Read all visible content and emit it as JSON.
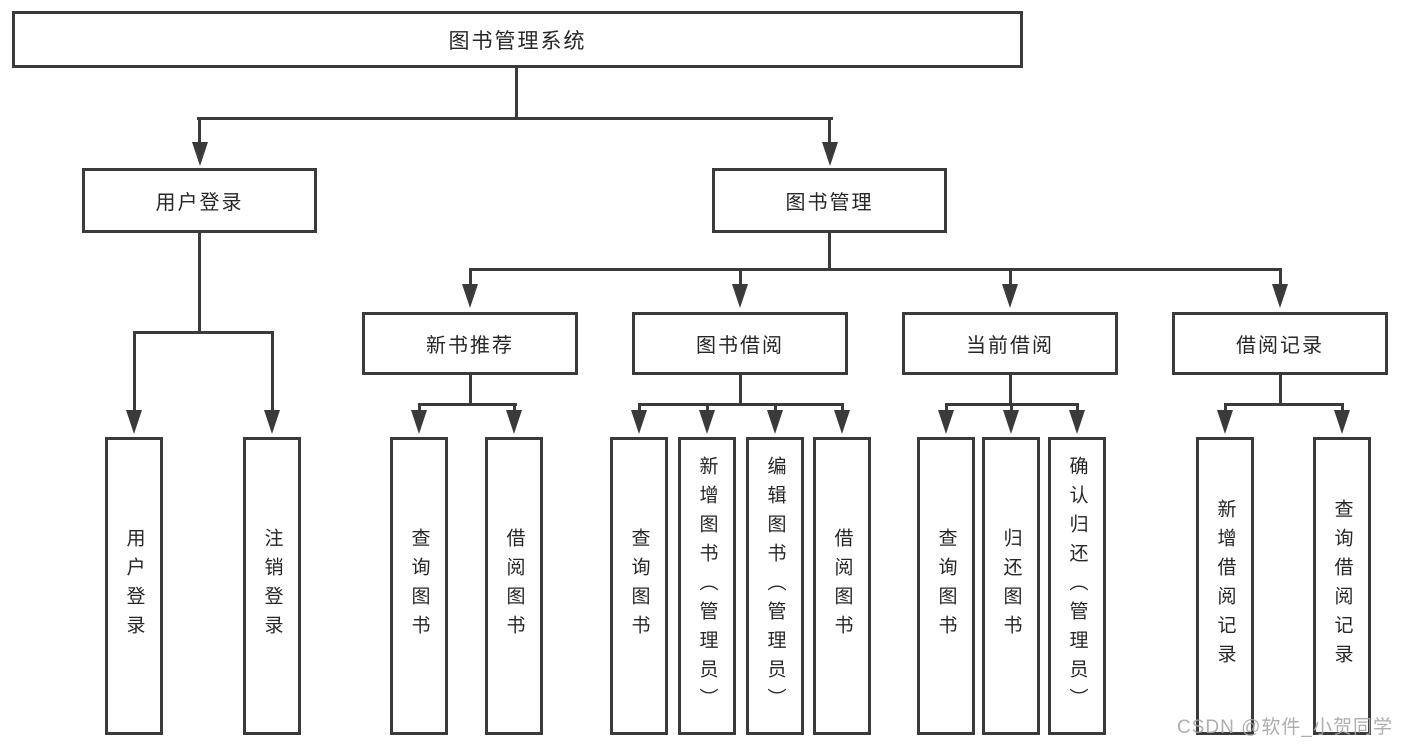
{
  "diagram": {
    "root": {
      "label": "图书管理系统"
    },
    "level2": [
      {
        "id": "user-login",
        "label": "用户登录"
      },
      {
        "id": "book-management",
        "label": "图书管理"
      }
    ],
    "level3": [
      {
        "id": "new-book-recommend",
        "label": "新书推荐"
      },
      {
        "id": "book-borrow",
        "label": "图书借阅"
      },
      {
        "id": "current-borrow",
        "label": "当前借阅"
      },
      {
        "id": "borrow-record",
        "label": "借阅记录"
      }
    ],
    "leaves": {
      "user_login": [
        "用户登录",
        "注销登录"
      ],
      "new_book_recommend": [
        "查询图书",
        "借阅图书"
      ],
      "book_borrow": [
        "查询图书",
        "新增图书（管理员）",
        "编辑图书（管理员）",
        "借阅图书"
      ],
      "current_borrow": [
        "查询图书",
        "归还图书",
        "确认归还（管理员）"
      ],
      "borrow_record": [
        "新增借阅记录",
        "查询借阅记录"
      ]
    },
    "watermark": "CSDN @软件_小贺同学",
    "colors": {
      "line": "#3a3a3a",
      "box_border": "#3a3a3a",
      "text": "#262626",
      "watermark": "#a6a6a6",
      "background": "#ffffff"
    }
  }
}
